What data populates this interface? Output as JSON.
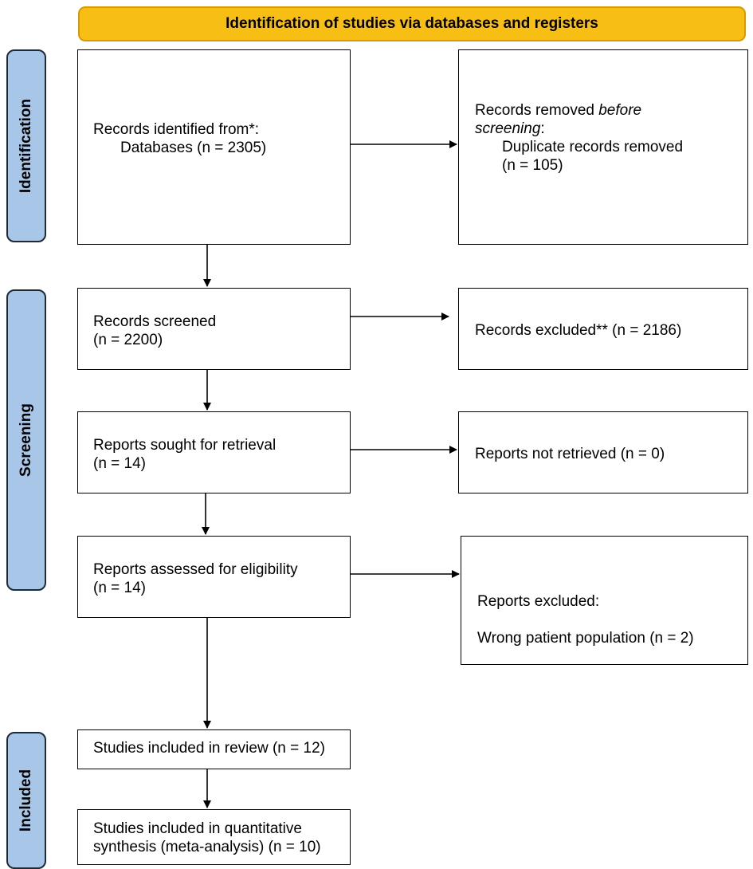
{
  "header": {
    "title": "Identification of studies via databases and registers"
  },
  "phases": {
    "identification": "Identification",
    "screening": "Screening",
    "included": "Included"
  },
  "boxes": {
    "records_identified": {
      "line1": "Records identified from*:",
      "line2": "Databases (n = 2305)"
    },
    "records_removed": {
      "line1a": "Records removed ",
      "line1b": "before",
      "line2a": "screening",
      "line2b": ":",
      "line3": "Duplicate records removed",
      "line4": "(n = 105)"
    },
    "records_screened": {
      "line1": "Records screened",
      "line2": "(n = 2200)"
    },
    "records_excluded": {
      "line1": "Records excluded** (n = 2186)"
    },
    "reports_sought": {
      "line1": "Reports sought for retrieval",
      "line2": "(n = 14)"
    },
    "reports_not_retrieved": {
      "line1": "Reports not retrieved (n = 0)"
    },
    "reports_assessed": {
      "line1": "Reports assessed for eligibility",
      "line2": "(n = 14)"
    },
    "reports_excluded": {
      "line1": "Reports excluded:",
      "line2": "Wrong patient population (n = 2)"
    },
    "studies_included": {
      "line1": "Studies included in review (n = 12)"
    },
    "studies_quantitative": {
      "line1": "Studies included in quantitative",
      "line2": "synthesis (meta-analysis) (n = 10)"
    }
  },
  "colors": {
    "header_fill": "#f7bf14",
    "header_border": "#d99a00",
    "phase_fill": "#a8c6e8",
    "phase_border": "#1f2a38",
    "box_border": "#000000"
  }
}
